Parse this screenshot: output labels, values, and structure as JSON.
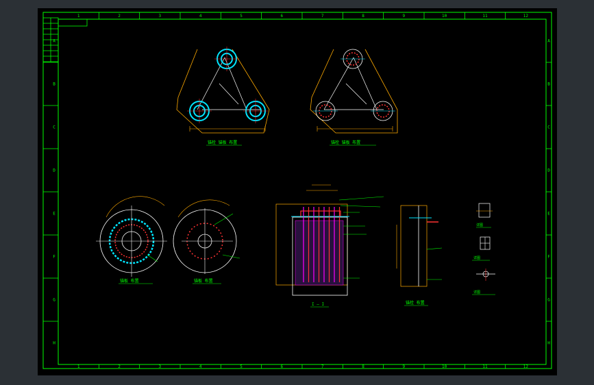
{
  "sheet": {
    "columns": [
      "1",
      "2",
      "3",
      "4",
      "5",
      "6",
      "7",
      "8",
      "9",
      "10",
      "11",
      "12"
    ],
    "rows": [
      "A",
      "B",
      "C",
      "D",
      "E",
      "F",
      "G",
      "H"
    ]
  },
  "captions": {
    "plan_1": "锚栓 锚板 布置",
    "plan_2": "锚栓 锚板 布置",
    "ring_1": "锚板 布置",
    "ring_2": "锚板 布置",
    "section": "I — I",
    "side": "锚栓 布置",
    "detail_1": "详图",
    "detail_2": "详图",
    "detail_3": "详图"
  },
  "colors": {
    "frame": "#00ff00",
    "outline": "#ffffff",
    "dimension": "#ffaa00",
    "cyan": "#00e5ff",
    "red": "#ff3333",
    "magenta": "#ff00ff",
    "text": "#00ff00"
  }
}
